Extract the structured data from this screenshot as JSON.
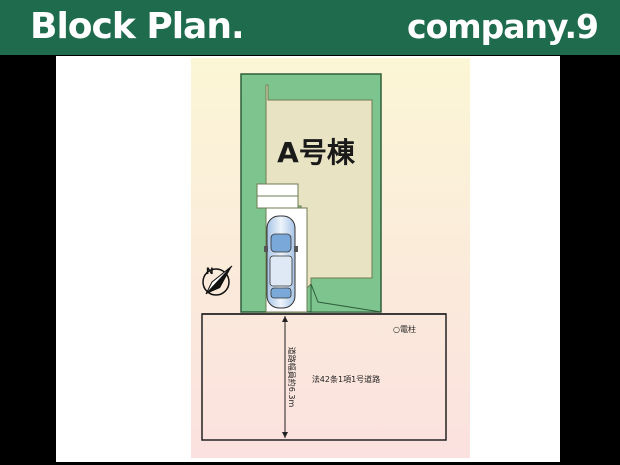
{
  "header": {
    "title": "Block Plan.",
    "company": "company.9",
    "background_color": "#1f6b4e"
  },
  "plan": {
    "building_label": "A号棟",
    "road_label": "法42条1項1号道路",
    "road_width_label": "道路幅員約6.3m",
    "utility_pole_label": "○電柱",
    "north_arrow_icon": "north-arrow-icon",
    "car_icon": "car-icon",
    "colors": {
      "lot": "#7ec48f",
      "building": "#e8e3c3",
      "outline": "#2e5e3a",
      "gradient_top": "#fbf6d6",
      "gradient_bottom": "#fbe1df"
    }
  }
}
